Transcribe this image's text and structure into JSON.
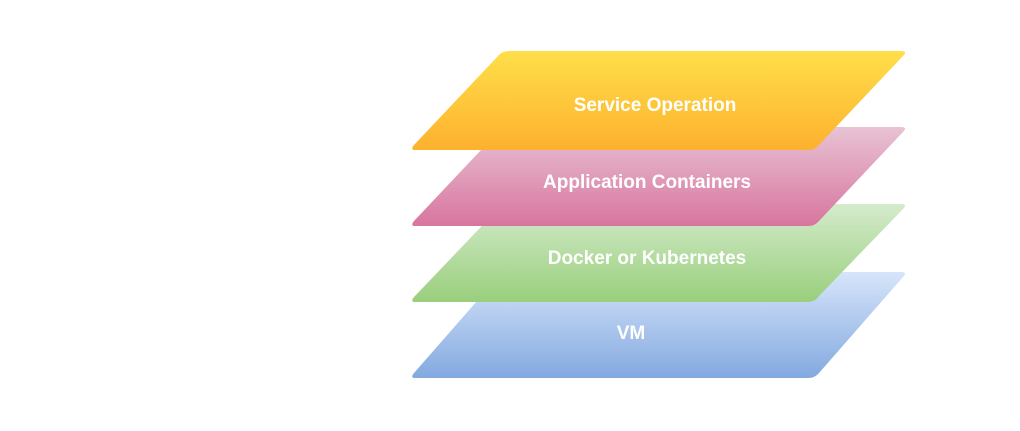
{
  "layers": [
    {
      "id": "service-operation",
      "label": "Service Operation",
      "color_top": "#ffdf4a",
      "color_bottom": "#fdb12e"
    },
    {
      "id": "application-containers",
      "label": "Application Containers",
      "color_top": "#e8c3d4",
      "color_bottom": "#d8759f"
    },
    {
      "id": "docker-or-kubernetes",
      "label": "Docker or Kubernetes",
      "color_top": "#d4ebcc",
      "color_bottom": "#99cf7c"
    },
    {
      "id": "vm",
      "label": "VM",
      "color_top": "#d7e5fa",
      "color_bottom": "#83a9e0"
    }
  ]
}
